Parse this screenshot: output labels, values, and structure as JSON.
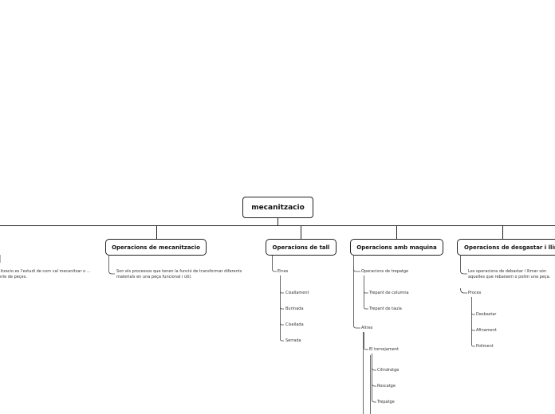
{
  "mindmap": {
    "root": "mecanitzacio",
    "branches": [
      {
        "title": "Operacions de mecanitzacio",
        "note": "Son els processos que tenen la funció de transformar diferents materials en una peça funcional i útil."
      },
      {
        "title": "Operacions de tall",
        "items": [
          "Eines",
          "Cisallament",
          "Burinada",
          "Cisellada",
          "Serrada"
        ]
      },
      {
        "title": "Operacions amb maquina",
        "items": [
          "Operacions de trepatge",
          "Trepant de columna",
          "Trepant de taula",
          "Altres",
          "El tornejament",
          "Cilindratge",
          "Roscatge",
          "Trepatge"
        ]
      },
      {
        "title": "Operacions de desgastar i llimar",
        "note": "Les operacions de debastar i llimar són aquelles que rebaixem o polim una peça.",
        "items": [
          "Proces",
          "Desbastar",
          "Afinament",
          "Poliment"
        ]
      }
    ],
    "left_fragment": "...itzacio es l'estudi de com cal mecanitzar o ... serie de peçes."
  }
}
